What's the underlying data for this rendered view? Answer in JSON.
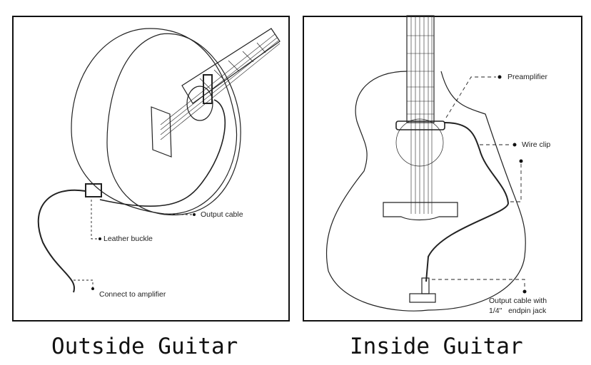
{
  "outside": {
    "title": "Outside Guitar",
    "labels": {
      "output_cable": "Output cable",
      "leather_buckle": "Leather buckle",
      "connect_amp": "Connect to amplifier"
    }
  },
  "inside": {
    "title": "Inside Guitar",
    "labels": {
      "preamplifier": "Preamplifier",
      "wire_clip": "Wire clip",
      "output_line1": "Output cable with",
      "output_line2": "1/4\"   endpin jack"
    }
  }
}
